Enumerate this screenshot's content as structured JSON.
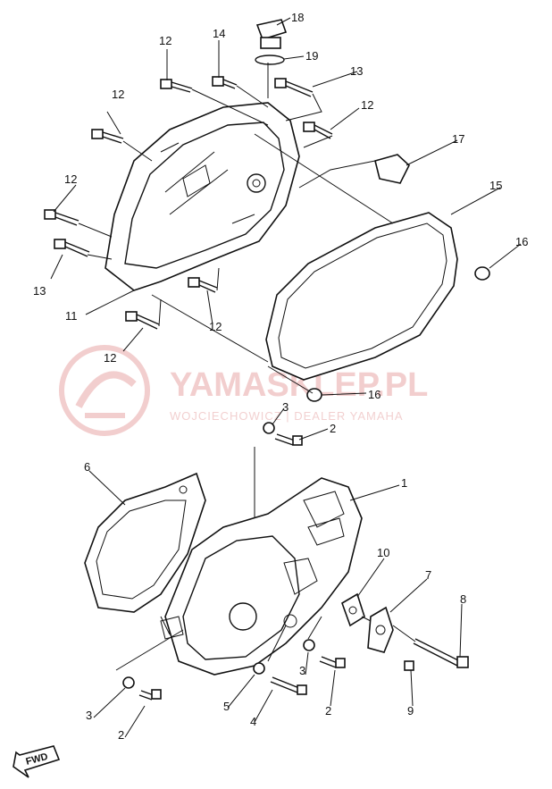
{
  "diagram": {
    "callouts": {
      "c1": "1",
      "c2a": "2",
      "c2b": "2",
      "c2c": "2",
      "c3a": "3",
      "c3b": "3",
      "c3c": "3",
      "c4": "4",
      "c5": "5",
      "c6": "6",
      "c7": "7",
      "c8": "8",
      "c9": "9",
      "c10": "10",
      "c11": "11",
      "c12a": "12",
      "c12b": "12",
      "c12c": "12",
      "c12d": "12",
      "c12e": "12",
      "c12f": "12",
      "c13a": "13",
      "c13b": "13",
      "c14": "14",
      "c15": "15",
      "c16a": "16",
      "c16b": "16",
      "c17": "17",
      "c18": "18",
      "c19": "19"
    },
    "fwd_label": "FWD"
  },
  "watermark": {
    "brand": "YAMASKLEP.PL",
    "tagline": "WOJCIECHOWICZ | DEALER YAMAHA",
    "color": "#f1c9c9"
  }
}
